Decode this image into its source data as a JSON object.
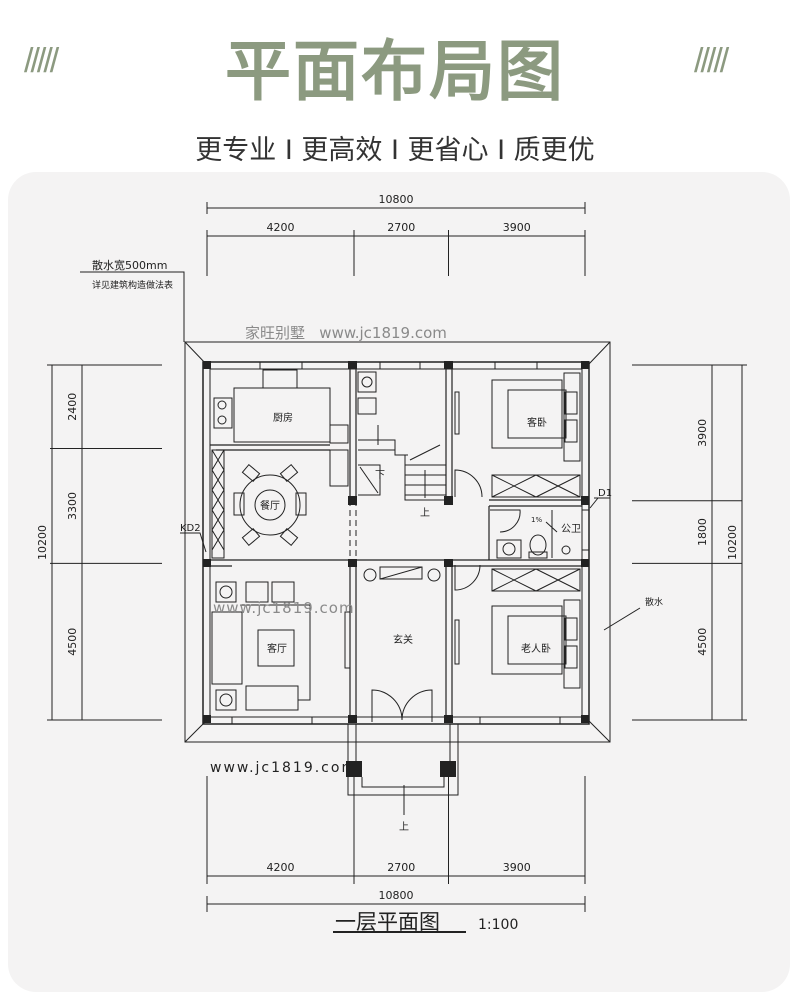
{
  "header": {
    "title": "平面布局图",
    "deco_left": "/////",
    "deco_right": "/////",
    "tagline": "更专业 I 更高效 I 更省心 I 质更优"
  },
  "plan": {
    "rooms": {
      "kitchen": "厨房",
      "dining": "餐厅",
      "living": "客厅",
      "foyer": "玄关",
      "guest_bedroom": "客卧",
      "elder_bedroom": "老人卧",
      "bathroom": "公卫"
    },
    "stairs_up": "上",
    "stairs_down": "下",
    "porch_up": "上",
    "slope": "1%",
    "tags": {
      "kd2": "KD2",
      "d1": "D1"
    },
    "apron_note_1": "散水宽500mm",
    "apron_note_2": "详见建筑构造做法表",
    "apron_label": "散水",
    "watermark_top": "家旺别墅   www.jc1819.com",
    "watermark_mid": "www.jc1819.com",
    "watermark_bottom": "www.jc1819.com",
    "caption": "一层平面图",
    "scale": "1:100"
  },
  "dimensions": {
    "top_total": [
      10800
    ],
    "top_parts": [
      4200,
      2700,
      3900
    ],
    "bottom_total": [
      10800
    ],
    "bottom_parts": [
      4200,
      2700,
      3900
    ],
    "left_total": [
      10200
    ],
    "left_parts": [
      2400,
      3300,
      4500
    ],
    "right_total": [
      10200
    ],
    "right_parts": [
      3900,
      1800,
      4500
    ]
  }
}
